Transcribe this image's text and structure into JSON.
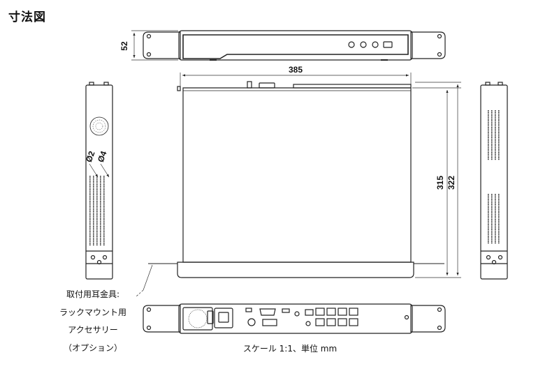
{
  "title": "寸法図",
  "dimensions": {
    "front_height": "52",
    "width": "385",
    "depth_body": "315",
    "depth_total": "322",
    "hole_small": "Ø2",
    "hole_large": "Ø4"
  },
  "bracket_note": {
    "line1": "取付用耳金具:",
    "line2": "ラックマウント用",
    "line3": "アクセサリー",
    "line4": "（オプション）"
  },
  "scale_note": "スケール  1:1、単位  mm"
}
